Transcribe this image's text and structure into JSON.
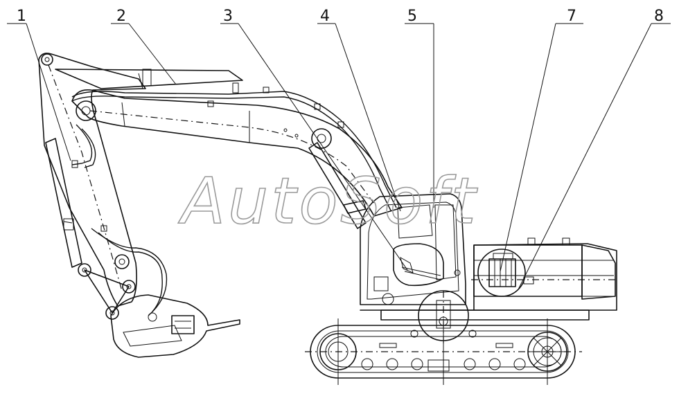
{
  "callouts": [
    {
      "label": "1"
    },
    {
      "label": "2"
    },
    {
      "label": "3"
    },
    {
      "label": "4"
    },
    {
      "label": "5"
    },
    {
      "label": "7"
    },
    {
      "label": "8"
    }
  ],
  "watermark": "AutoSoft"
}
